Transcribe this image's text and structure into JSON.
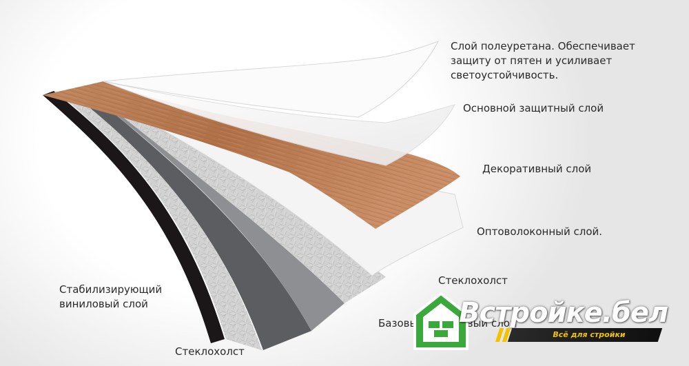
{
  "labels": {
    "polyurethane": "Слой полеуретана. Обеспечивает\nзащиту от пятен и усиливает\nсветоустойчивость.",
    "protective": "Основной защитный слой",
    "decorative": "Декоративный слой",
    "fiber": "Оптоволоконный слой.",
    "fiberglass_top": "Стеклохолст",
    "base": "Базовый виниловый слой",
    "stabilizing": "Стабилизирующий\nвиниловый слой",
    "fiberglass_bottom": "Стеклохолст"
  },
  "logo": {
    "name": "Встройке.бел",
    "tagline": "Всё для стройки",
    "colors": {
      "green": "#3aa83a",
      "yellow": "#f2c300",
      "dark": "#151515"
    }
  },
  "layer_colors": {
    "black": "#1b1718",
    "dark_gray": "#5c5d60",
    "fiberglass": "#cfcfcf",
    "gray": "#8e8f92",
    "wood": "#b57a52",
    "film": "#f3f3f3"
  }
}
